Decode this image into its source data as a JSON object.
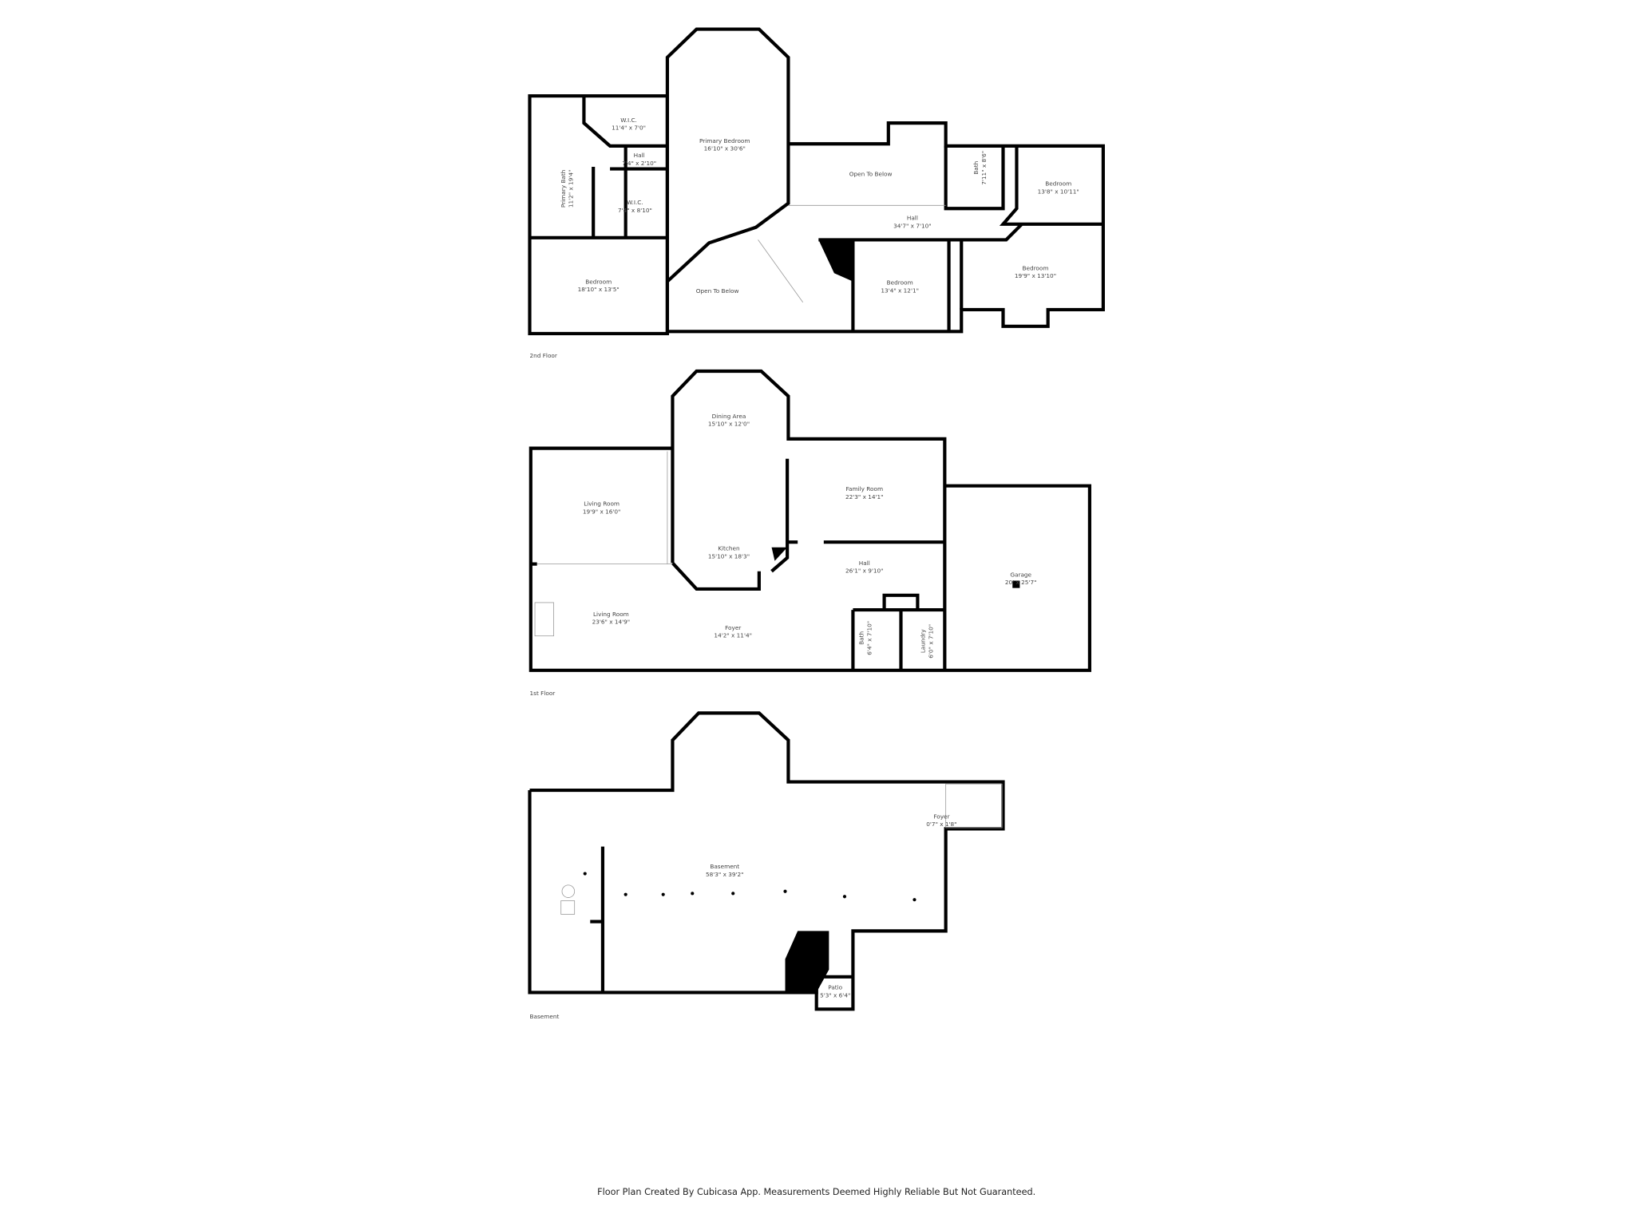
{
  "floors": [
    {
      "label": "2nd Floor",
      "rooms": [
        {
          "name": "W.I.C.",
          "dims": "11'4\" x 7'0\""
        },
        {
          "name": "Hall",
          "dims": "7'4\" x 2'10\""
        },
        {
          "name": "W.I.C.",
          "dims": "7'4\" x 8'10\""
        },
        {
          "name": "Primary Bath",
          "dims": "11'2\" x 19'4\""
        },
        {
          "name": "Primary Bedroom",
          "dims": "16'10\" x 30'6\""
        },
        {
          "name": "Open To Below",
          "dims": ""
        },
        {
          "name": "Hall",
          "dims": "34'7\" x 7'10\""
        },
        {
          "name": "Bath",
          "dims": "7'11\" x 8'6\""
        },
        {
          "name": "Bedroom",
          "dims": "13'8\" x 10'11\""
        },
        {
          "name": "Bedroom",
          "dims": "18'10\" x 13'5\""
        },
        {
          "name": "Open To Below",
          "dims": ""
        },
        {
          "name": "Bedroom",
          "dims": "13'4\" x 12'1\""
        },
        {
          "name": "Bedroom",
          "dims": "19'9\" x 13'10\""
        }
      ]
    },
    {
      "label": "1st Floor",
      "rooms": [
        {
          "name": "Dining Area",
          "dims": "15'10\" x 12'0\""
        },
        {
          "name": "Living Room",
          "dims": "19'9\" x 16'0\""
        },
        {
          "name": "Family Room",
          "dims": "22'3\" x 14'1\""
        },
        {
          "name": "Kitchen",
          "dims": "15'10\" x 18'3\""
        },
        {
          "name": "Hall",
          "dims": "26'1\" x 9'10\""
        },
        {
          "name": "Garage",
          "dims": "20'  x 25'7\""
        },
        {
          "name": "Living Room",
          "dims": "23'6\" x 14'9\""
        },
        {
          "name": "Foyer",
          "dims": "14'2\" x 11'4\""
        },
        {
          "name": "Bath",
          "dims": "6'4\" x 7'10\""
        },
        {
          "name": "Laundry",
          "dims": "6'0\" x 7'10\""
        }
      ]
    },
    {
      "label": "Basement",
      "rooms": [
        {
          "name": "Basement",
          "dims": "58'3\" x 39'2\""
        },
        {
          "name": "Foyer",
          "dims": "0'7\" x 1'8\""
        },
        {
          "name": "Patio",
          "dims": "5'3\" x 6'4\""
        }
      ]
    }
  ],
  "footer": "Floor Plan Created By Cubicasa App. Measurements Deemed Highly Reliable But Not Guaranteed."
}
